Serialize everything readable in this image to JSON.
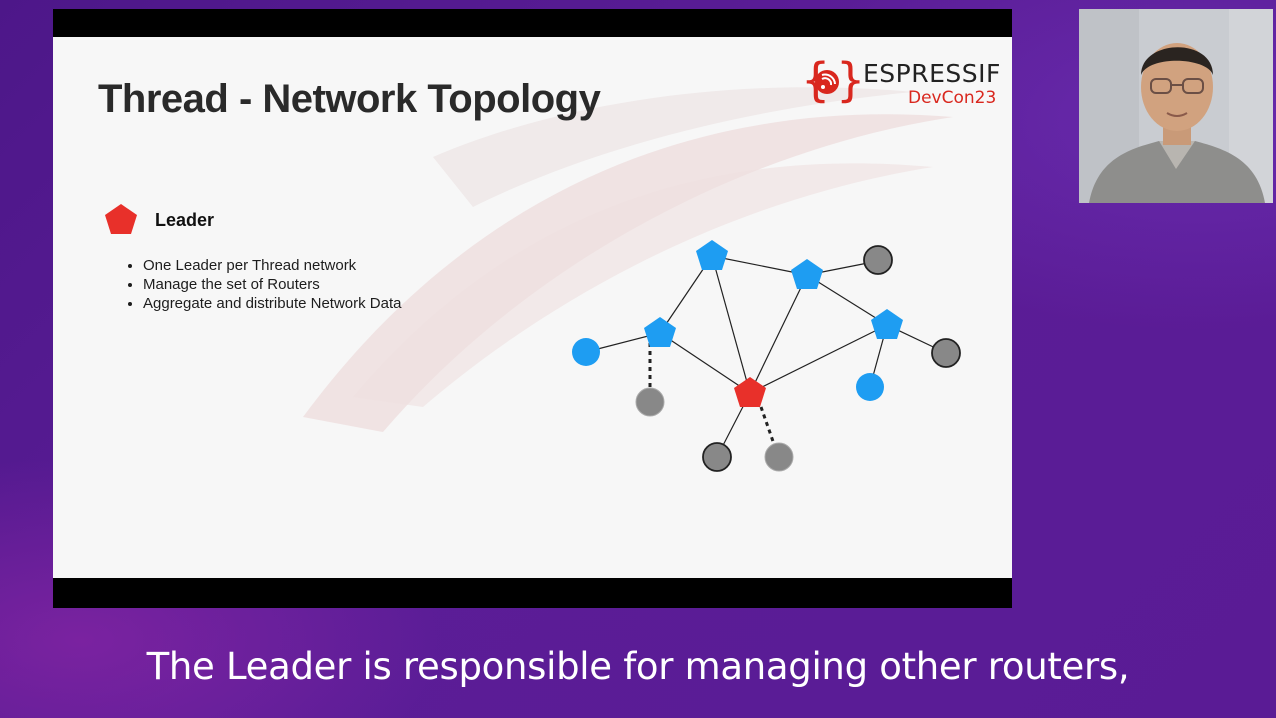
{
  "slide": {
    "title": "Thread - Network Topology",
    "logo": {
      "brand": "ESPRESSIF",
      "event": "DevCon23"
    },
    "legend": {
      "label": "Leader",
      "icon": "red-pentagon-icon"
    },
    "bullets": [
      "One Leader per Thread network",
      "Manage the set of Routers",
      "Aggregate and distribute Network Data"
    ]
  },
  "diagram": {
    "colors": {
      "leader": "#e8302a",
      "router": "#1e9df2",
      "end_device": "#1e9df2",
      "sleepy_device": "#888888"
    }
  },
  "webcam": {
    "subject": "presenter-webcam"
  },
  "caption": {
    "text": "The Leader is responsible for managing other routers,"
  },
  "colors": {
    "background": "#5a1b92",
    "brand": "#d9271e"
  }
}
